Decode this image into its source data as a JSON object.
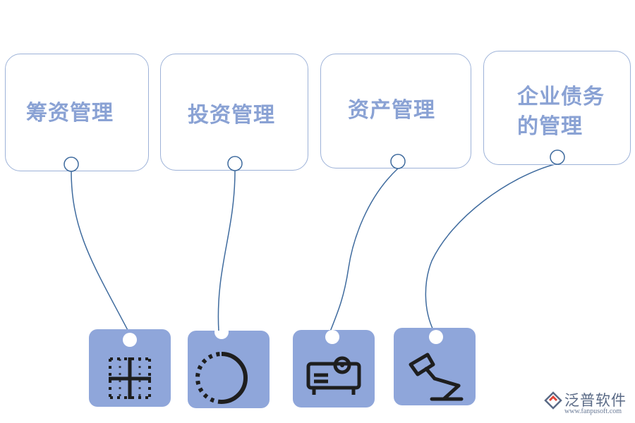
{
  "categories": [
    {
      "label": "筹资管理",
      "icon": "grid-crosshair-icon"
    },
    {
      "label": "投资管理",
      "icon": "dashed-circle-icon"
    },
    {
      "label": "资产管理",
      "icon": "projector-icon"
    },
    {
      "label": "企业债务\n的管理",
      "icon": "desk-lamp-icon"
    }
  ],
  "brand": {
    "name": "泛普软件",
    "url": "www.fanpusoft.com"
  },
  "colors": {
    "card_border": "#9db2d8",
    "label": "#8aa2d4",
    "tile": "#8fa6da",
    "connector": "#3f6b9e",
    "icon": "#1e1e1e"
  }
}
